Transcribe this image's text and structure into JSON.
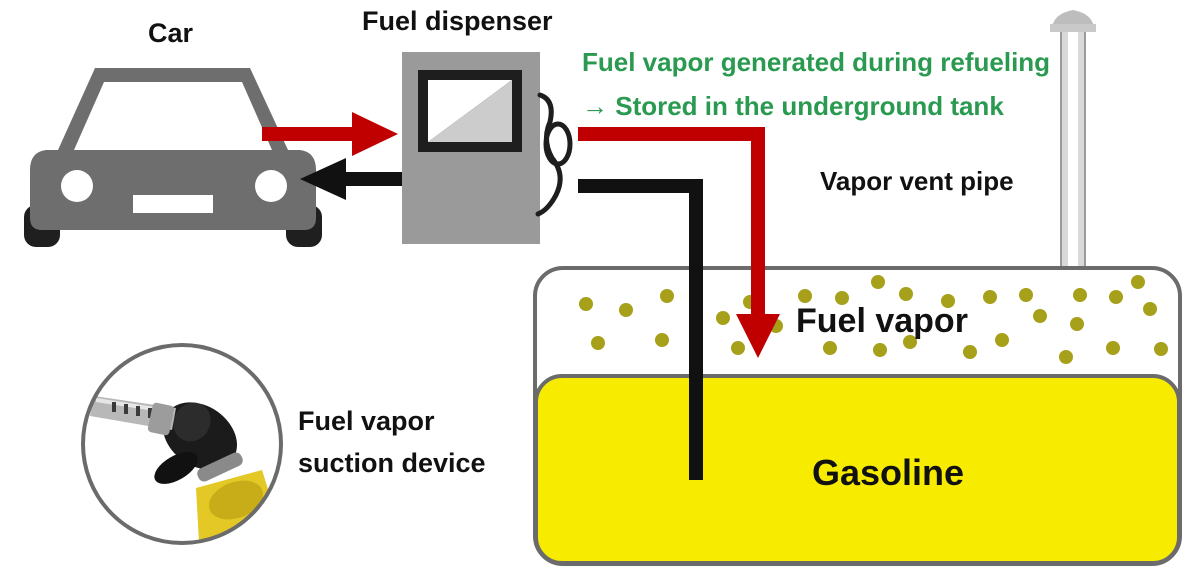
{
  "labels": {
    "car": "Car",
    "fuel_dispenser": "Fuel dispenser",
    "note_line1": "Fuel vapor generated during refueling",
    "note_line2": "→ Stored in the underground tank",
    "vapor_vent_pipe": "Vapor vent pipe",
    "fuel_vapor": "Fuel vapor",
    "gasoline": "Gasoline",
    "suction_line1": "Fuel vapor",
    "suction_line2": "suction device"
  },
  "colors": {
    "vapor_flow": "#c00000",
    "fuel_flow": "#111111",
    "note_text": "#2a9a50",
    "gasoline": "#f7ec00",
    "vapor_dot": "#a6a01a",
    "car_body": "#6e6e6e",
    "dispenser": "#9a9a9a"
  },
  "icons": {
    "car": "car-icon",
    "dispenser": "fuel-dispenser-icon",
    "nozzle": "fuel-nozzle-icon"
  }
}
